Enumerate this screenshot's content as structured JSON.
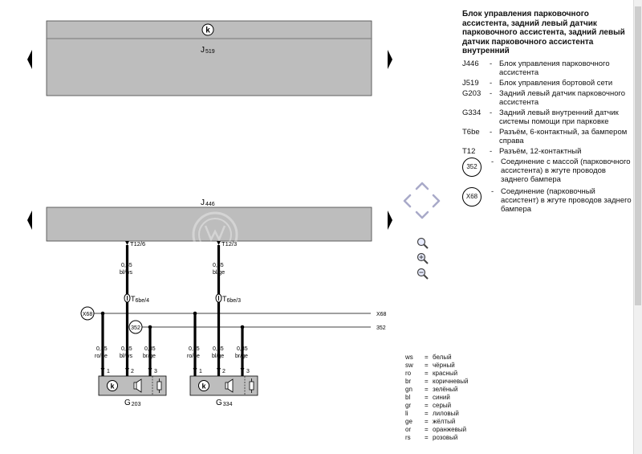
{
  "diagram": {
    "j519": {
      "label": "J",
      "sub": "519"
    },
    "j446": {
      "label": "J",
      "sub": "446"
    },
    "pins": {
      "t12_6": "T12/6",
      "t12_3": "T12/3"
    },
    "wire_main_left": {
      "size": "0,35",
      "color": "bl/ws"
    },
    "wire_main_right": {
      "size": "0,35",
      "color": "bl/ge"
    },
    "conn_left": {
      "label": "T",
      "sub": "6be/4"
    },
    "conn_right": {
      "label": "T",
      "sub": "6be/3"
    },
    "bus_x68": "X68",
    "bus_352": "352",
    "g203": {
      "label": "G",
      "sub": "203",
      "wires": [
        {
          "size": "0,35",
          "color": "ro/ge",
          "pin": "1"
        },
        {
          "size": "0,35",
          "color": "bl/ws",
          "pin": "2"
        },
        {
          "size": "0,35",
          "color": "br/ge",
          "pin": "3"
        }
      ]
    },
    "g334": {
      "label": "G",
      "sub": "334",
      "wires": [
        {
          "size": "0,35",
          "color": "ro/ge",
          "pin": "1"
        },
        {
          "size": "0,35",
          "color": "bl/ge",
          "pin": "2"
        },
        {
          "size": "0,35",
          "color": "br/ge",
          "pin": "3"
        }
      ]
    },
    "k_symbol": "k"
  },
  "legend": {
    "title": "Блок управления парковочного ассистента, задний левый датчик парковочного ассистента, задний левый датчик парковочного ассистента внутренний",
    "items": [
      {
        "code": "J446",
        "dash": "-",
        "desc": "Блок управления парковочного ассистента"
      },
      {
        "code": "J519",
        "dash": "-",
        "desc": "Блок управления бортовой сети"
      },
      {
        "code": "G203",
        "dash": "-",
        "desc": "Задний левый датчик парковочного ассистента"
      },
      {
        "code": "G334",
        "dash": "-",
        "desc": "Задний левый внутренний датчик системы помощи при парковке"
      },
      {
        "code": "T6be",
        "dash": "-",
        "desc": "Разъём, 6-контактный, за бампером справа"
      },
      {
        "code": "T12",
        "dash": "-",
        "desc": "Разъём, 12-контактный"
      }
    ],
    "circles": [
      {
        "code": "352",
        "dash": "-",
        "desc": "Соединение с массой (парковочного ассистента) в жгуте проводов заднего бампера"
      },
      {
        "code": "X68",
        "dash": "-",
        "desc": "Соединение (парковочный ассистент) в жгуте проводов заднего бампера"
      }
    ]
  },
  "colors": [
    {
      "code": "ws",
      "eq": "=",
      "name": "белый"
    },
    {
      "code": "sw",
      "eq": "=",
      "name": "чёрный"
    },
    {
      "code": "ro",
      "eq": "=",
      "name": "красный"
    },
    {
      "code": "br",
      "eq": "=",
      "name": "коричневый"
    },
    {
      "code": "gn",
      "eq": "=",
      "name": "зелёный"
    },
    {
      "code": "bl",
      "eq": "=",
      "name": "синий"
    },
    {
      "code": "gr",
      "eq": "=",
      "name": "серый"
    },
    {
      "code": "li",
      "eq": "=",
      "name": "лиловый"
    },
    {
      "code": "ge",
      "eq": "=",
      "name": "жёлтый"
    },
    {
      "code": "or",
      "eq": "=",
      "name": "оранжевый"
    },
    {
      "code": "rs",
      "eq": "=",
      "name": "розовый"
    }
  ],
  "style": {
    "block_fill": "#bdbdbd",
    "nav_color": "#a9aac9"
  }
}
